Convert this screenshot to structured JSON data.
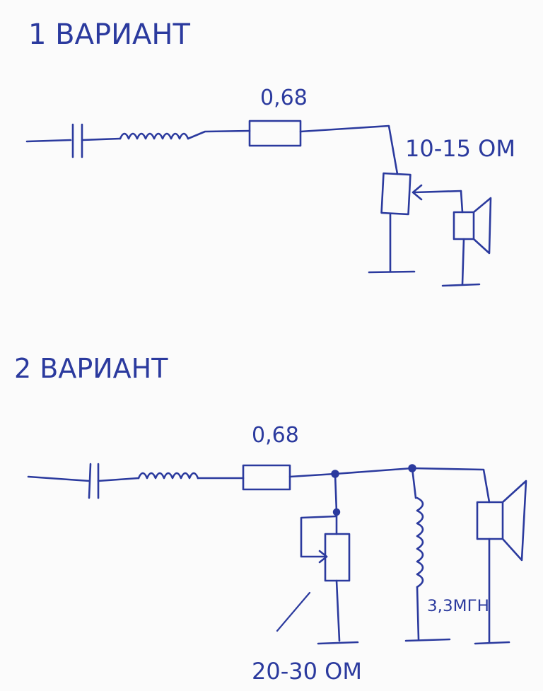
{
  "variant1": {
    "title": "1 ВАРИАНТ",
    "resistor_value": "0,68",
    "pot_value": "10-15 ОМ"
  },
  "variant2": {
    "title": "2 ВАРИАНТ",
    "resistor_value": "0,68",
    "inductor_value": "3,3МГН",
    "pot_value": "20-30 ОМ"
  },
  "colors": {
    "ink": "#2b3a9e",
    "paper": "#fbfbfb"
  }
}
